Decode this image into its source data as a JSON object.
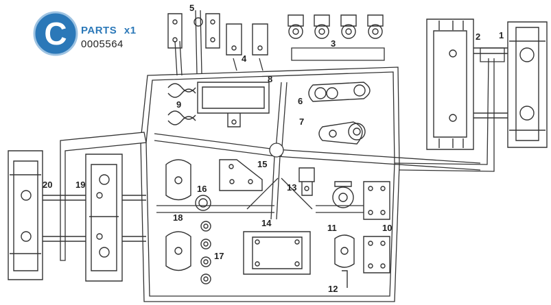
{
  "sheet": {
    "letter": "C",
    "title": "PARTS",
    "quantity": "x1",
    "part_code": "0005564",
    "badge_color": "#2b78b8"
  },
  "part_numbers": [
    "1",
    "2",
    "3",
    "4",
    "5",
    "6",
    "7",
    "8",
    "9",
    "10",
    "11",
    "12",
    "13",
    "14",
    "15",
    "16",
    "17",
    "18",
    "19",
    "20"
  ]
}
